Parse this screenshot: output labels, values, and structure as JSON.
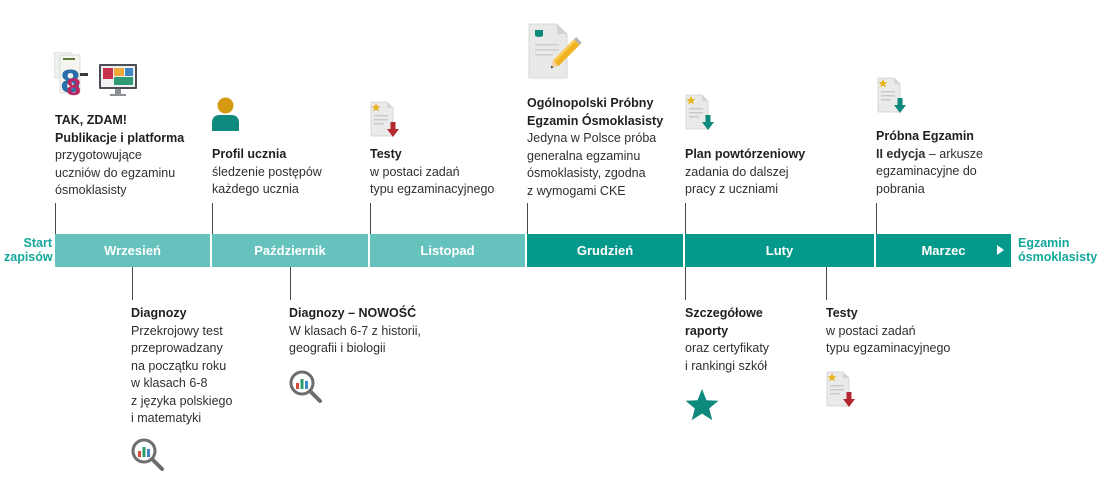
{
  "timeline": {
    "start_label": [
      "Start",
      "zapisów"
    ],
    "end_label": [
      "Egzamin",
      "ósmoklasisty"
    ],
    "months": [
      {
        "label": "Wrzesień",
        "tone": "light"
      },
      {
        "label": "Październik",
        "tone": "light"
      },
      {
        "label": "Listopad",
        "tone": "light"
      },
      {
        "label": "Grudzień",
        "tone": "dark"
      },
      {
        "label": "Luty",
        "tone": "dark"
      },
      {
        "label": "Marzec",
        "tone": "dark"
      }
    ],
    "colors": {
      "light": "#66c2bc",
      "dark": "#05998b",
      "accent_text": "#13a89b"
    }
  },
  "above": [
    {
      "title": [
        "TAK, ZDAM!",
        "Publikacje i platforma"
      ],
      "desc": [
        "przygotowujące",
        "uczniów do egzaminu",
        "ósmoklasisty"
      ],
      "icon": "books-and-monitor-icon"
    },
    {
      "title": [
        "Profil ucznia"
      ],
      "desc": [
        "śledzenie postępów",
        "każdego ucznia"
      ],
      "icon": "student-profile-icon"
    },
    {
      "title": [
        "Testy"
      ],
      "desc": [
        "w postaci zadań",
        "typu egzaminacyjnego"
      ],
      "icon": "document-download-icon"
    },
    {
      "title": [
        "Ogólnopolski Próbny",
        "Egzamin Ósmoklasisty"
      ],
      "desc": [
        "Jedyna w Polsce próba",
        "generalna egzaminu",
        "ósmoklasisty, zgodna",
        "z wymogami CKE"
      ],
      "icon": "document-pencil-icon"
    },
    {
      "title": [
        "Plan powtórzeniowy"
      ],
      "desc": [
        "zadania do dalszej",
        "pracy z uczniami"
      ],
      "icon": "document-download-icon"
    },
    {
      "title_bold": "Próbna Egzamin",
      "title_line2_bold": "II edycja",
      "title_line2_rest": " – arkusze",
      "desc": [
        "egzaminacyjne do",
        "pobrania"
      ],
      "icon": "document-download-icon"
    }
  ],
  "below": [
    {
      "title": [
        "Diagnozy"
      ],
      "desc": [
        "Przekrojowy test",
        "przeprowadzany",
        "na początku roku",
        "w klasach 6-8",
        "z języka polskiego",
        "i matematyki"
      ],
      "icon": "magnifier-chart-icon"
    },
    {
      "title": [
        "Diagnozy – NOWOŚĆ"
      ],
      "desc": [
        "W klasach 6-7 z historii,",
        "geografii i biologii"
      ],
      "icon": "magnifier-chart-icon"
    },
    {
      "title": [
        "Szczegółowe",
        "raporty"
      ],
      "desc": [
        "oraz certyfikaty",
        "i rankingi szkół"
      ],
      "icon": "star-icon"
    },
    {
      "title": [
        "Testy"
      ],
      "desc": [
        "w postaci zadań",
        "typu egzaminacyjnego"
      ],
      "icon": "document-download-icon"
    }
  ]
}
